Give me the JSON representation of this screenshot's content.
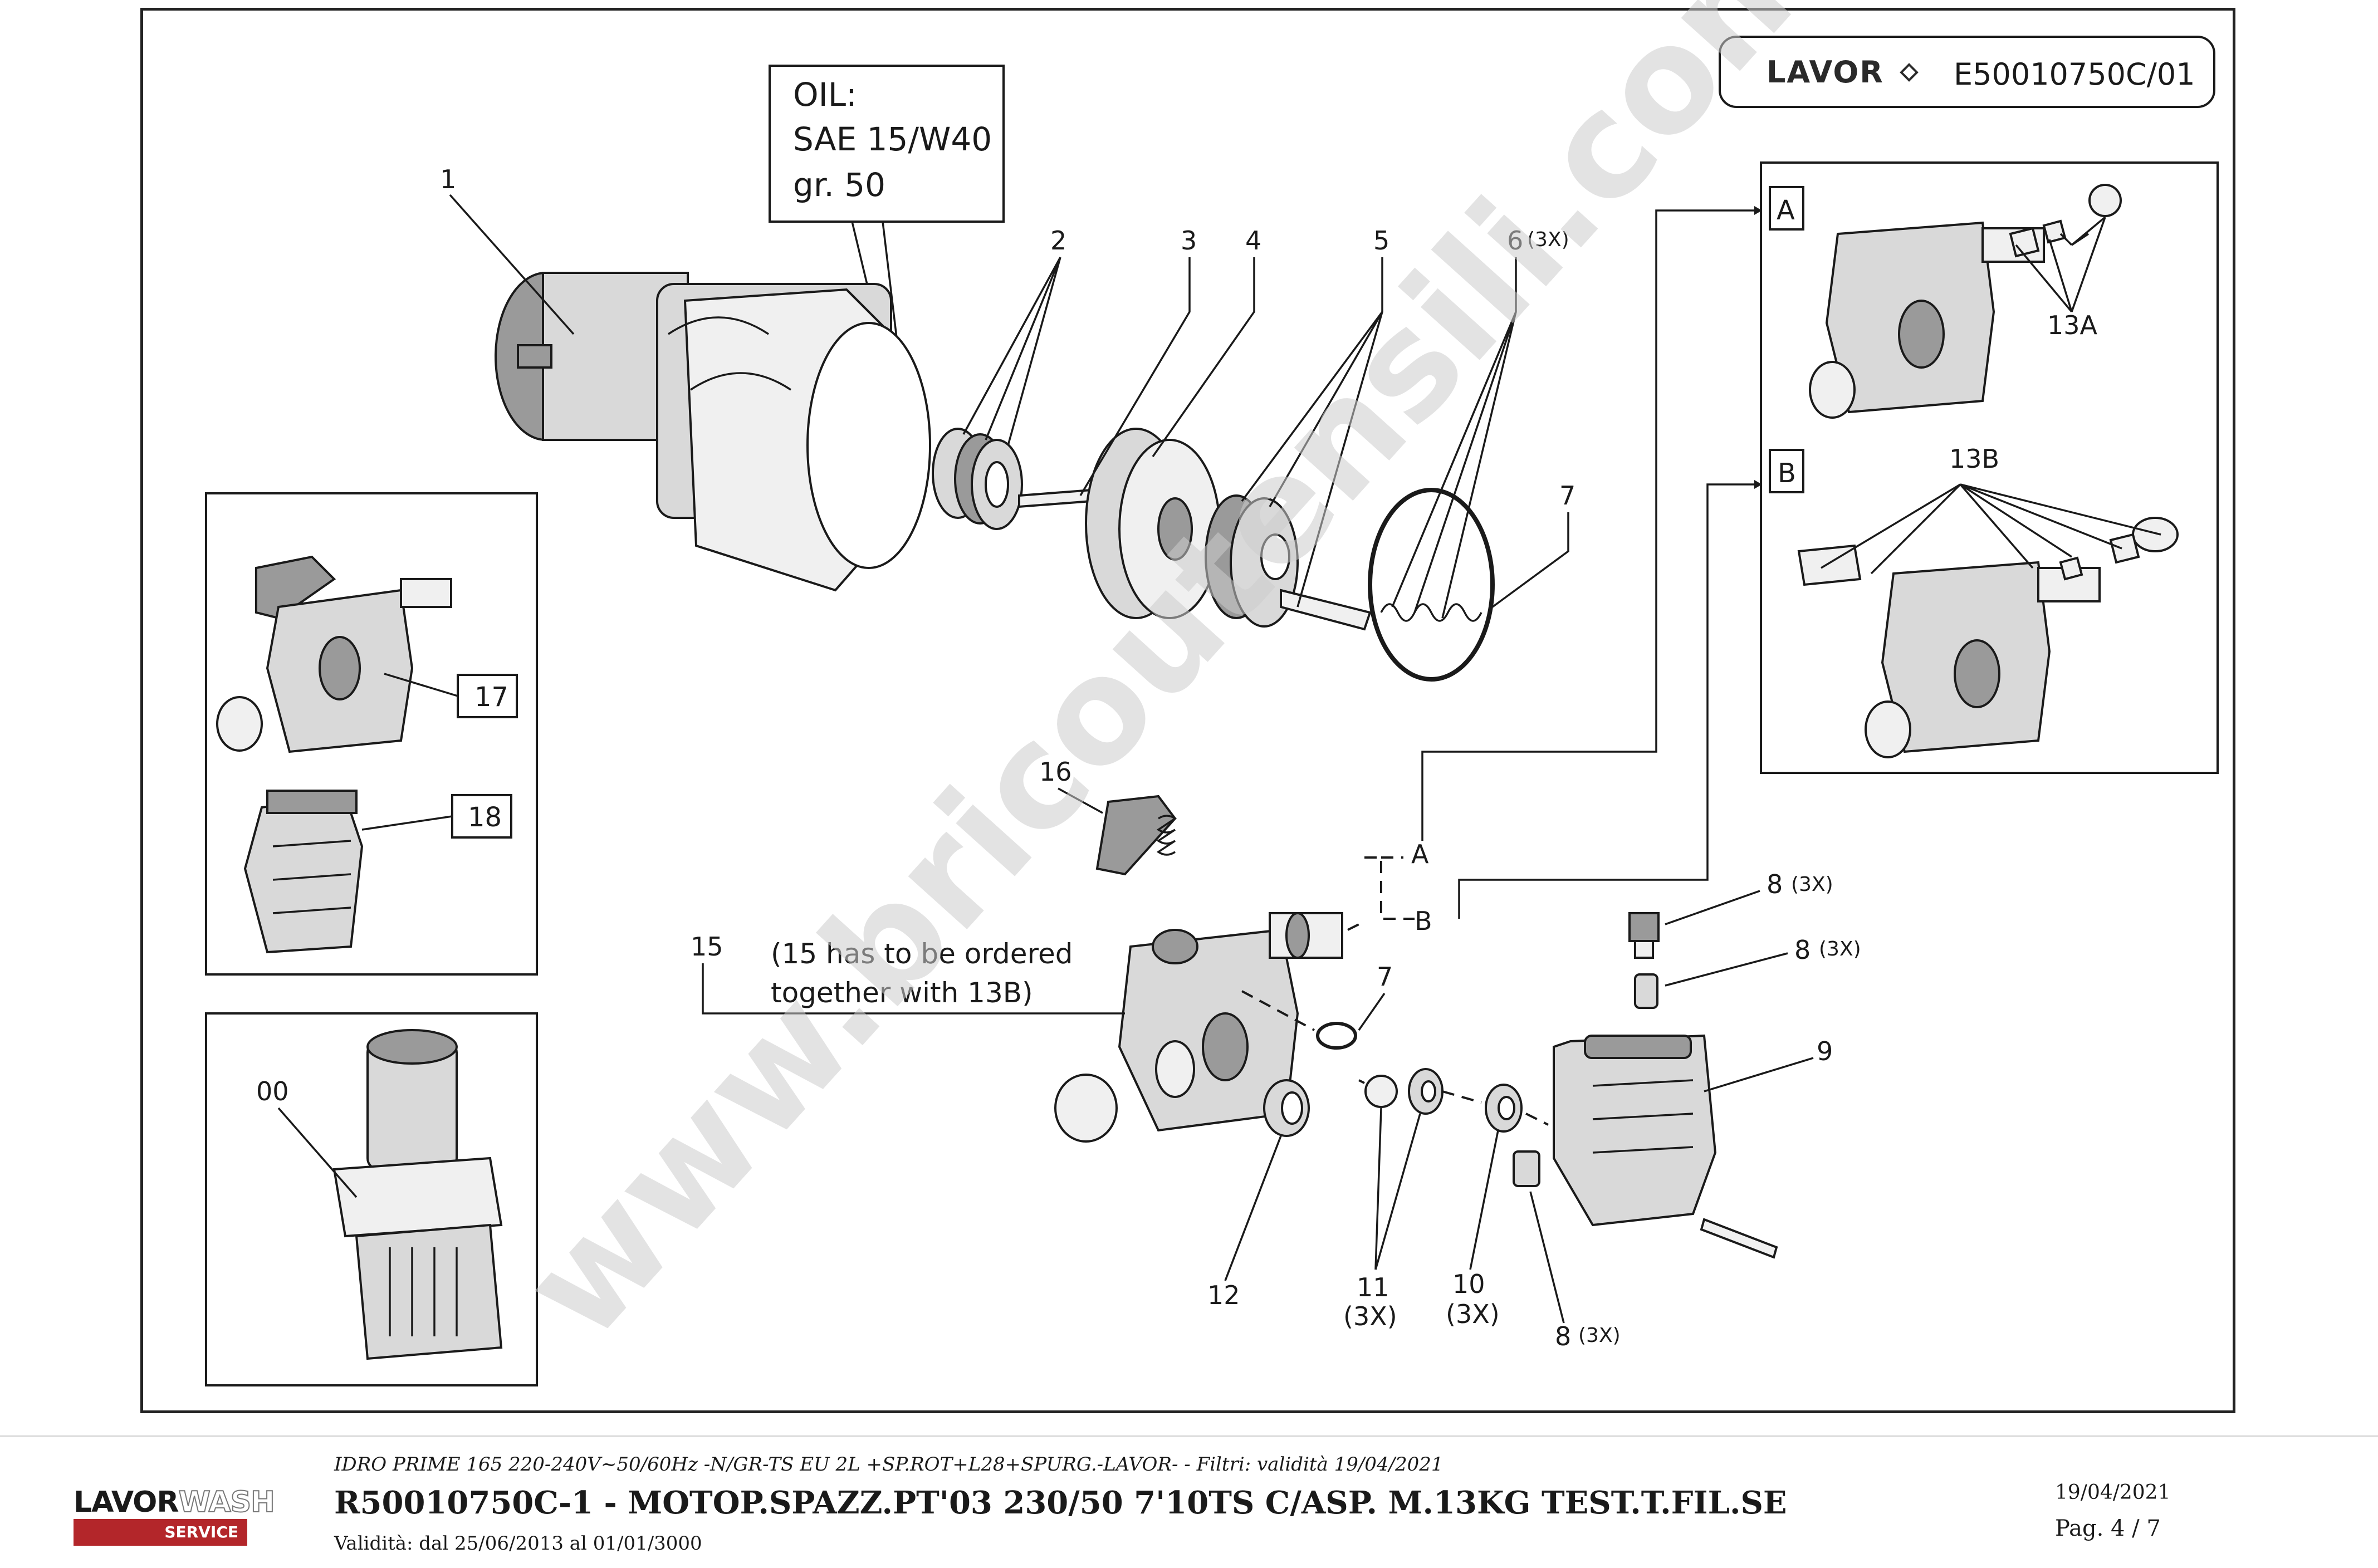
{
  "header": {
    "brand": "LAVOR",
    "code": "E50010750C/01"
  },
  "oil_note": {
    "line1": "OIL:",
    "line2": "SAE 15/W40",
    "line3": "gr. 50"
  },
  "callouts": {
    "p1": "1",
    "p2": "2",
    "p3": "3",
    "p4": "4",
    "p5": "5",
    "p6": "6",
    "p6_qty": "(3X)",
    "p7_top": "7",
    "p7_mid": "7",
    "p8_a": "8",
    "p8_a_qty": "(3X)",
    "p8_b": "8",
    "p8_b_qty": "(3X)",
    "p8_c": "8",
    "p8_c_qty": "(3X)",
    "p9": "9",
    "p10": "10",
    "p10_qty": "(3X)",
    "p11": "11",
    "p11_qty": "(3X)",
    "p12": "12",
    "p15": "15",
    "p15_note1": "(15 has to be ordered",
    "p15_note2": "together with 13B)",
    "p16": "16",
    "p17": "17",
    "p18": "18",
    "p00": "00",
    "p13a": "13A",
    "p13b": "13B",
    "ref_a": "A",
    "ref_b": "B",
    "box_a": "A",
    "box_b": "B"
  },
  "watermark": "www.bricoutensili.com",
  "footer": {
    "subtitle": "IDRO PRIME 165 220-240V~50/60Hz -N/GR-TS EU 2L +SP.ROT+L28+SPURG.-LAVOR- - Filtri: validità 19/04/2021",
    "title": "R50010750C-1 - MOTOP.SPAZZ.PT'03 230/50 7'10TS C/ASP. M.13KG TEST.T.FIL.SE",
    "validity": "Validità: dal 25/06/2013 al 01/01/3000",
    "date": "19/04/2021",
    "page": "Pag. 4 / 7",
    "logo_top_a": "LAVOR",
    "logo_top_b": "WASH",
    "logo_service": "SERVICE"
  }
}
